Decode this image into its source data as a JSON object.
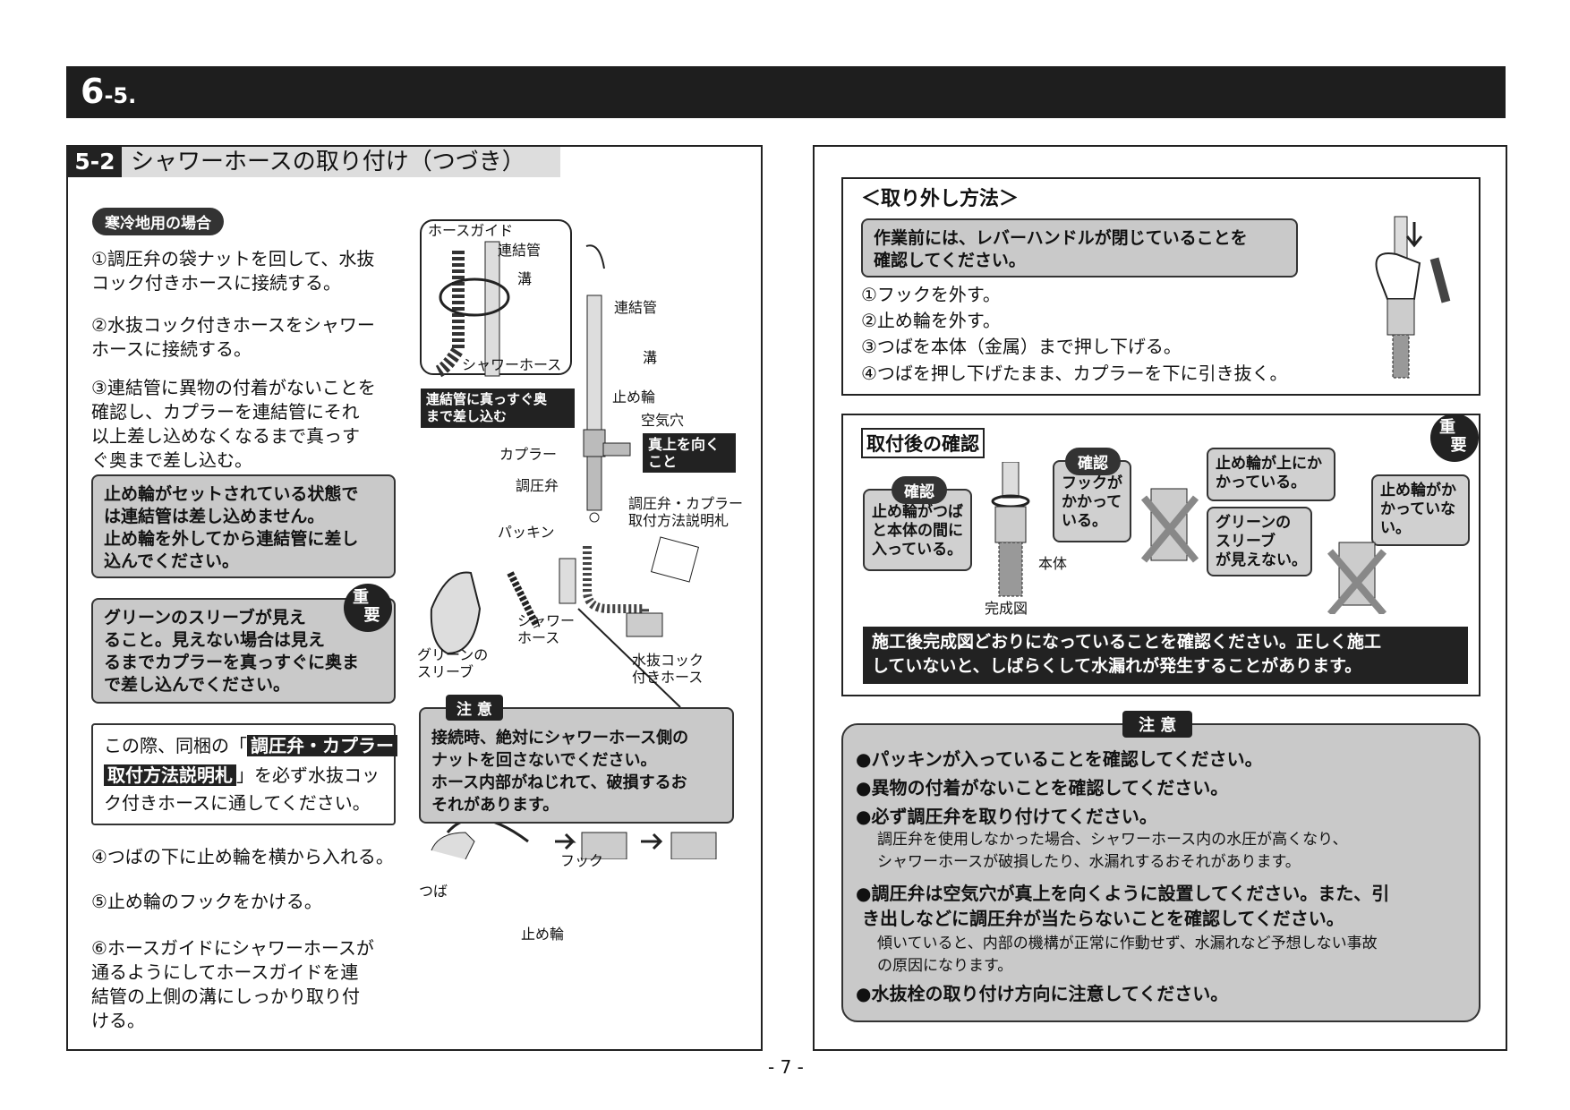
{
  "header": {
    "num": "6",
    "sub": "-5."
  },
  "left": {
    "section_num": "5-2",
    "section_title": "シャワーホースの取り付け（つづき）",
    "cold_pill": "寒冷地用の場合",
    "steps": [
      "①調圧弁の袋ナットを回して、水抜\nコック付きホースに接続する。",
      "②水抜コック付きホースをシャワー\nホースに接続する。",
      "③連結管に異物の付着がないことを\n確認し、カプラーを連結管にそれ\n以上差し込めなくなるまで真っす\nぐ奥まで差し込む。"
    ],
    "box1": "止め輪がセットされている状態で\nは連結管は差し込めません。\n止め輪を外してから連結管に差し\n込んでください。",
    "box2": "グリーンのスリーブが見え\nること。見えない場合は見え\nるまでカプラーを真っすぐに奥ま\nで差し込んでください。",
    "juyo": [
      "重",
      "要"
    ],
    "note_pre": "この際、同梱の「",
    "note_hl1": "調圧弁・カプラー",
    "note_hl2": "取付方法説明札",
    "note_post1": "」を必ず水抜コッ",
    "note_post2": "ク付きホースに通してください。",
    "steps2": [
      "④つばの下に止め輪を横から入れる。",
      "⑤止め輪のフックをかける。",
      "⑥ホースガイドにシャワーホースが\n通るようにしてホースガイドを連\n結管の上側の溝にしっかり取り付\nける。"
    ],
    "fig": {
      "hose_guide": "ホースガイド",
      "renketsu1": "連結管",
      "mizo1": "溝",
      "shower_hose1": "シャワーホース",
      "renketsu2": "連結管",
      "mizo2": "溝",
      "tomewa": "止め輪",
      "kuuki": "空気穴",
      "coupler": "カプラー",
      "chouatsu": "調圧弁",
      "packing": "パッキン",
      "setsumei": "調圧弁・カプラー\n取付方法説明札",
      "callout1": "連結管に真っすぐ奥\nまで差し込む",
      "callout2": "真上を向く\nこと",
      "shower_hose2": "シャワー\nホース",
      "green_sleeve": "グリーンの\nスリーブ",
      "mizunuki": "水抜コック\n付きホース",
      "tsuba": "つば",
      "hook": "フック",
      "tomewa2": "止め輪"
    },
    "caution_tag": "注 意",
    "caution_text": "接続時、絶対にシャワーホース側の\nナットを回さないでください。\nホース内部がねじれて、破損するお\nそれがあります。"
  },
  "right": {
    "removal_title": "＜取り外し方法＞",
    "removal_box": "作業前には、レバーハンドルが閉じていることを\n確認してください。",
    "removal_steps": [
      "①フックを外す。",
      "②止め輪を外す。",
      "③つばを本体（金属）まで押し下げる。",
      "④つばを押し下げたまま、カプラーを下に引き抜く。"
    ],
    "check_title": "取付後の確認",
    "kakunin_pill": "確認",
    "bubble_a": "止め輪がつば\nと本体の間に\n入っている。",
    "bubble_b": "フックが\nかかって\nいる。",
    "hontai": "本体",
    "kanseizu": "完成図",
    "bubble_c": "止め輪が上にか\nかっている。",
    "bubble_d": "グリーンの\nスリーブ\nが見えない。",
    "bubble_e": "止め輪がか\nかっていな\nい。",
    "juyo": [
      "重",
      "要"
    ],
    "check_black": "施工後完成図どおりになっていることを確認ください。正しく施工\nしていないと、しばらくして水漏れが発生することがあります。",
    "caution_tag": "注 意",
    "cautions": [
      {
        "head": "●パッキンが入っていることを確認してください。",
        "body": ""
      },
      {
        "head": "●異物の付着がないことを確認してください。",
        "body": ""
      },
      {
        "head": "●必ず調圧弁を取り付けてください。",
        "body": "調圧弁を使用しなかった場合、シャワーホース内の水圧が高くなり、\nシャワーホースが破損したり、水漏れするおそれがあります。"
      },
      {
        "head": "●調圧弁は空気穴が真上を向くように設置してください。また、引\n き出しなどに調圧弁が当たらないことを確認してください。",
        "body": "傾いていると、内部の機構が正常に作動せず、水漏れなど予想しない事故\nの原因になります。"
      },
      {
        "head": "●水抜栓の取り付け方向に注意してください。",
        "body": ""
      }
    ]
  },
  "page_number": "- 7 -"
}
